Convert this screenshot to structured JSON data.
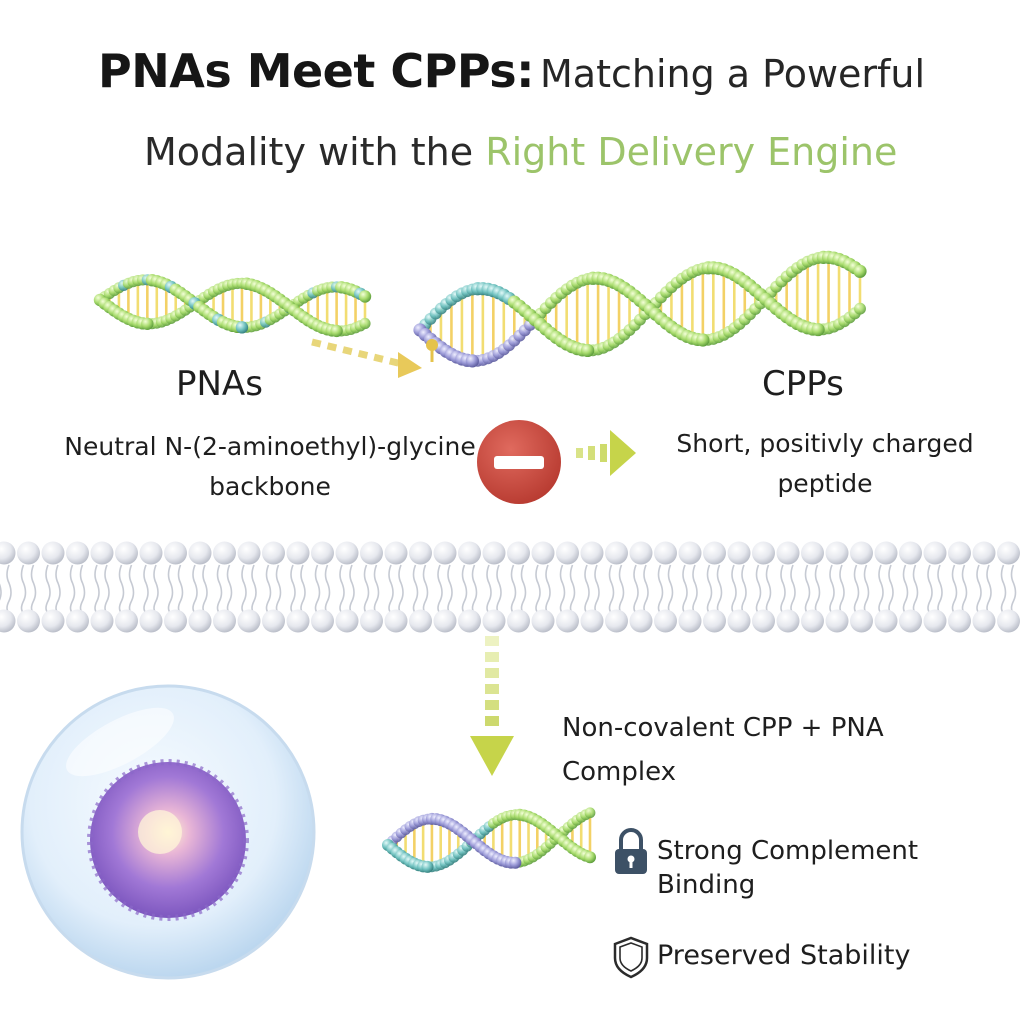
{
  "title": {
    "line1_bold": "PNAs Meet CPPs:",
    "line1_rest": "Matching a Powerful",
    "line2_plain": "Modality with the",
    "line2_accent": "Right Delivery Engine"
  },
  "pnas": {
    "label": "PNAs",
    "description": "Neutral N-(2-aminoethyl)-glycine backbone"
  },
  "cpps": {
    "label": "CPPs",
    "description": "Short, positivly charged peptide"
  },
  "complex": {
    "label": "Non-covalent CPP + PNA Complex"
  },
  "features": {
    "binding": "Strong Complement Binding",
    "stability": "Preserved Stability"
  },
  "icons": {
    "binding": "lock-icon",
    "stability": "shield-icon",
    "charge": "minus-sign-icon"
  },
  "colors": {
    "accent": "#9cc46a",
    "minus_badge": "#c9453a",
    "arrow": "#c6d44a",
    "icon": "#3d5166"
  }
}
